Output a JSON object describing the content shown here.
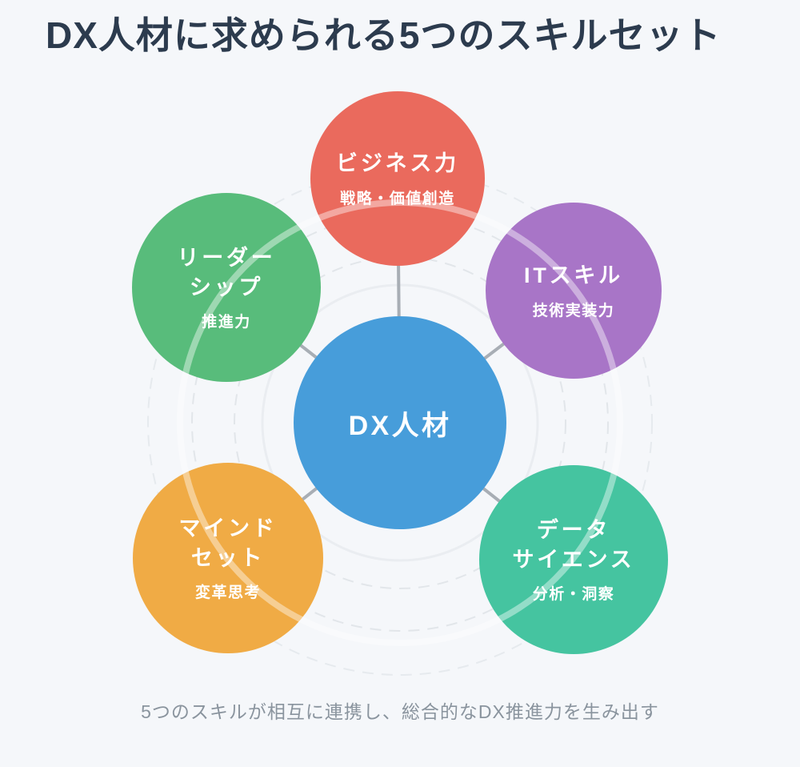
{
  "title": "DX人材に求められる5つのスキルセット",
  "caption": "5つのスキルが相互に連携し、総合的なDX推進力を生み出す",
  "center": {
    "label": "DX人材",
    "color": "#479dda"
  },
  "skills": [
    {
      "key": "business",
      "name_lines": [
        "ビジネス力"
      ],
      "sub": "戦略・価値創造",
      "color": "#ea6a5d"
    },
    {
      "key": "it-skill",
      "name_lines": [
        "ITスキル"
      ],
      "sub": "技術実装力",
      "color": "#a875c7"
    },
    {
      "key": "leadership",
      "name_lines": [
        "リーダー",
        "シップ"
      ],
      "sub": "推進力",
      "color": "#58bc7b"
    },
    {
      "key": "mindset",
      "name_lines": [
        "マインド",
        "セット"
      ],
      "sub": "変革思考",
      "color": "#f0ab45"
    },
    {
      "key": "data-science",
      "name_lines": [
        "データ",
        "サイエンス"
      ],
      "sub": "分析・洞察",
      "color": "#45c4a0"
    }
  ],
  "colors": {
    "background": "#f5f7fa",
    "title_text": "#2c3b4e",
    "caption_text": "#8a949e",
    "circle_text": "#ffffff",
    "connector_line": "#a8aeb5",
    "dashed_ring": "#e2e6ea",
    "orbit_arc": "rgba(255,255,255,0.42)"
  }
}
